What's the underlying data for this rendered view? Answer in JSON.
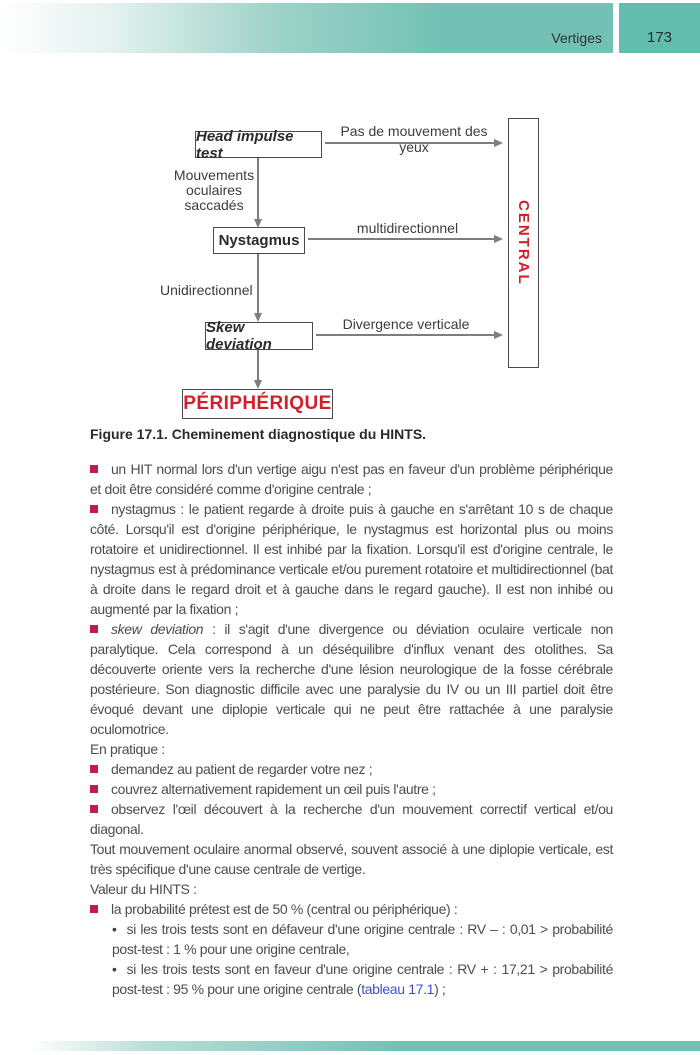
{
  "header": {
    "section": "Vertiges",
    "page": "173"
  },
  "figure": {
    "nodes": {
      "hit": "Head impulse test",
      "nystagmus": "Nystagmus",
      "skew": "Skew deviation",
      "peripherique": "PÉRIPHÉRIQUE",
      "central": "CENTRAL"
    },
    "labels": {
      "no_eye_movement": "Pas de mouvement des yeux",
      "saccades_line1": "Mouvements",
      "saccades_line2": "oculaires",
      "saccades_line3": "saccadés",
      "multidirectional": "multidirectionnel",
      "unidirectional": "Unidirectionnel",
      "vertical_divergence": "Divergence verticale"
    },
    "caption": "Figure 17.1. Cheminement diagnostique du HINTS."
  },
  "body": {
    "b1": "un HIT normal lors d'un vertige aigu n'est pas en faveur d'un problème périphérique et doit être considéré comme d'origine centrale ;",
    "b2": "nystagmus : le patient regarde à droite puis à gauche en s'arrêtant 10 s de chaque côté. Lorsqu'il est d'origine périphérique, le nystagmus est horizontal plus ou moins rotatoire et unidirectionnel. Il est inhibé par la fixation. Lorsqu'il est d'origine centrale, le nystagmus est à prédominance verticale et/ou purement rotatoire et multidirectionnel (bat à droite dans le regard droit et à gauche dans le regard gauche). Il est non inhibé ou augmenté par la fixation ;",
    "b3_italic": "skew deviation",
    "b3_rest": " : il s'agit d'une divergence ou déviation oculaire verticale non paralytique. Cela correspond à un déséquilibre d'influx venant des otolithes. Sa découverte oriente vers la recherche d'une lésion neurologique de la fosse cérébrale postérieure. Son diagnostic difficile avec une paralysie du IV ou un III partiel doit être évoqué devant une diplopie verticale qui ne peut être rattachée à une paralysie oculomotrice.",
    "p1": "En pratique :",
    "b4": "demandez au patient de regarder votre nez ;",
    "b5": "couvrez alternativement rapidement un œil puis l'autre ;",
    "b6": "observez l'œil découvert à la recherche d'un mouvement correctif vertical et/ou diagonal.",
    "p2": "Tout mouvement oculaire anormal observé, souvent associé à une diplopie verticale, est très spécifique d'une cause centrale de vertige.",
    "p3": "Valeur du HINTS :",
    "b7": "la probabilité prétest est de 50 % (central ou périphérique) :",
    "s1": "si les trois tests sont en défaveur d'une origine centrale : RV – : 0,01 > probabilité post-test : 1 % pour une origine centrale,",
    "s2_pre": "si les trois tests sont en faveur d'une origine centrale : RV + : 17,21 > probabilité post-test : 95 % pour une origine centrale (",
    "s2_link": "tableau 17.1",
    "s2_post": ") ;"
  },
  "colors": {
    "header_teal": "#72c1b4",
    "page_box_teal": "#63bdae",
    "figure_red": "#d0202a",
    "bullet_crimson": "#c01d4e",
    "link_blue": "#3f51c1",
    "arrow_gray": "#7d7d7d"
  }
}
